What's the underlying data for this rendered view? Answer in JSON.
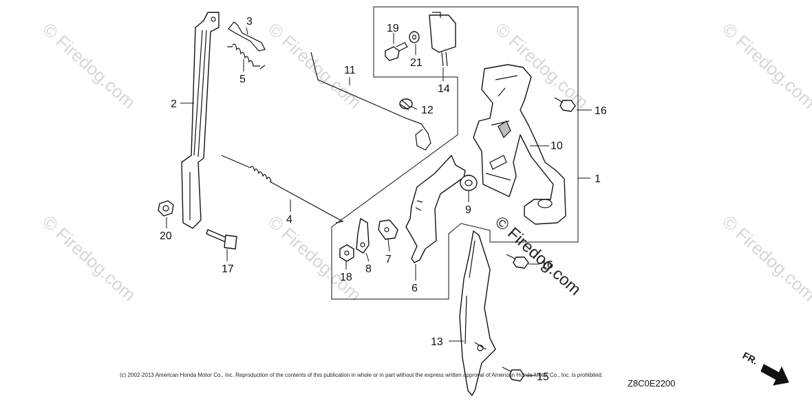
{
  "diagram": {
    "callouts": [
      {
        "id": "c1",
        "text": "1"
      },
      {
        "id": "c2",
        "text": "2"
      },
      {
        "id": "c3",
        "text": "3"
      },
      {
        "id": "c4",
        "text": "4"
      },
      {
        "id": "c5",
        "text": "5"
      },
      {
        "id": "c6",
        "text": "6"
      },
      {
        "id": "c7",
        "text": "7"
      },
      {
        "id": "c8",
        "text": "8"
      },
      {
        "id": "c9",
        "text": "9"
      },
      {
        "id": "c10",
        "text": "10"
      },
      {
        "id": "c11",
        "text": "11"
      },
      {
        "id": "c12",
        "text": "12"
      },
      {
        "id": "c13",
        "text": "13"
      },
      {
        "id": "c14",
        "text": "14"
      },
      {
        "id": "c15",
        "text": "15"
      },
      {
        "id": "c16a",
        "text": "16"
      },
      {
        "id": "c16b",
        "text": "16"
      },
      {
        "id": "c17",
        "text": "17"
      },
      {
        "id": "c18",
        "text": "18"
      },
      {
        "id": "c19",
        "text": "19"
      },
      {
        "id": "c20",
        "text": "20"
      },
      {
        "id": "c21",
        "text": "21"
      }
    ],
    "watermark_text": "© Firedog.com",
    "copyright_text": "(c) 2002-2013 American Honda Motor Co., Inc. Reproduction of the contents of this publication in whole or in part without the express written approval of American Honda Motor Co., Inc. is prohibited.",
    "diagram_code": "Z8C0E2200",
    "direction_label": "FR."
  }
}
